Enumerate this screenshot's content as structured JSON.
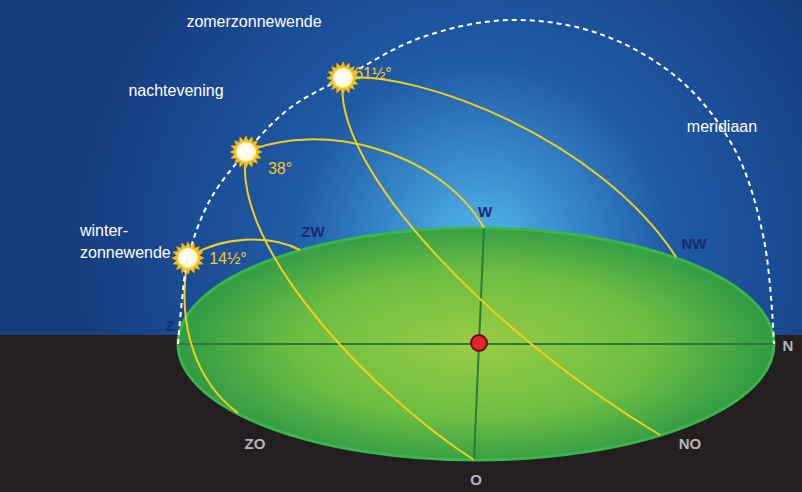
{
  "diagram": {
    "labels": [
      "zomerzonnewende",
      "61½°",
      "nachtevening",
      "38°",
      "winter- zonnewende",
      "14½°",
      "meridiaan",
      "W",
      "ZW",
      "NW",
      "Z",
      "N",
      "ZO",
      "O",
      "NO"
    ]
  }
}
